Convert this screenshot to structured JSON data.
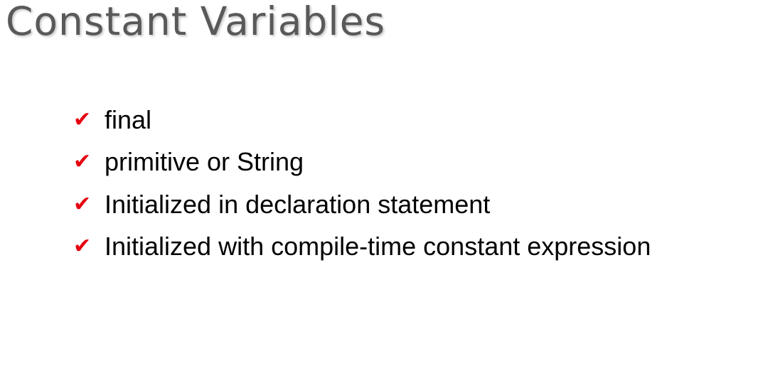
{
  "slide": {
    "title": "Constant Variables",
    "bullet_icon": "check-mark-icon",
    "bullet_icon_glyph": "✔",
    "accent_color": "#e5000f",
    "title_color": "#595959",
    "text_color": "#000000",
    "bullets": [
      {
        "text": "final"
      },
      {
        "text": "primitive or String"
      },
      {
        "text": "Initialized in declaration statement"
      },
      {
        "text": "Initialized with compile-time constant expression"
      }
    ]
  }
}
